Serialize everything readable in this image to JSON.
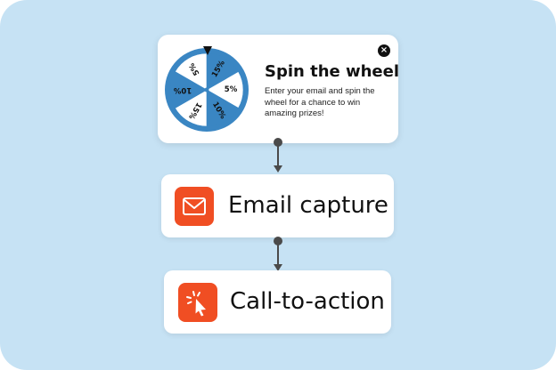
{
  "popup": {
    "title": "Spin the wheel",
    "description": "Enter your email and spin the wheel for a chance to win amazing prizes!",
    "close_icon": "×",
    "wheel_segments": [
      "15%",
      "5%",
      "10%",
      "15%",
      "10%",
      "5%"
    ],
    "wheel_colors": {
      "dark": "#3a86c3",
      "light": "#ffffff",
      "rim": "#3a86c3"
    }
  },
  "flow": [
    {
      "label": "Email capture",
      "icon": "envelope-icon"
    },
    {
      "label": "Call-to-action",
      "icon": "cursor-click-icon"
    }
  ],
  "colors": {
    "background": "#c6e2f4",
    "accent": "#f04e23",
    "connector": "#4a4a4a"
  }
}
